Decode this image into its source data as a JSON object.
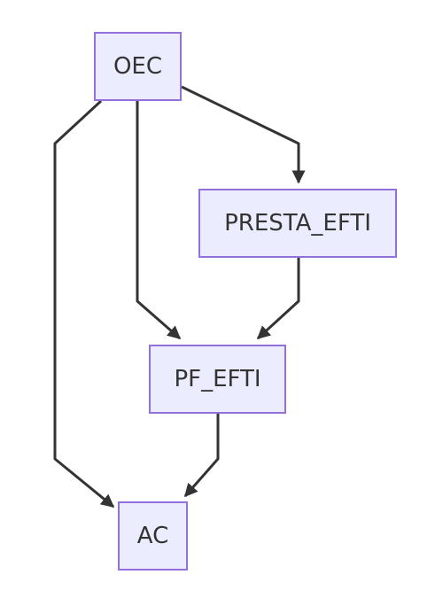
{
  "nodes": {
    "oec": {
      "label": "OEC"
    },
    "presta_efti": {
      "label": "PRESTA_EFTI"
    },
    "pf_efti": {
      "label": "PF_EFTI"
    },
    "ac": {
      "label": "AC"
    }
  },
  "edges": [
    {
      "from": "OEC",
      "to": "PRESTA_EFTI"
    },
    {
      "from": "OEC",
      "to": "PF_EFTI"
    },
    {
      "from": "OEC",
      "to": "AC"
    },
    {
      "from": "PRESTA_EFTI",
      "to": "PF_EFTI"
    },
    {
      "from": "PF_EFTI",
      "to": "AC"
    }
  ],
  "colors": {
    "node_fill": "#ECECFF",
    "node_stroke": "#9370DB",
    "edge": "#333333",
    "text": "#333333"
  }
}
